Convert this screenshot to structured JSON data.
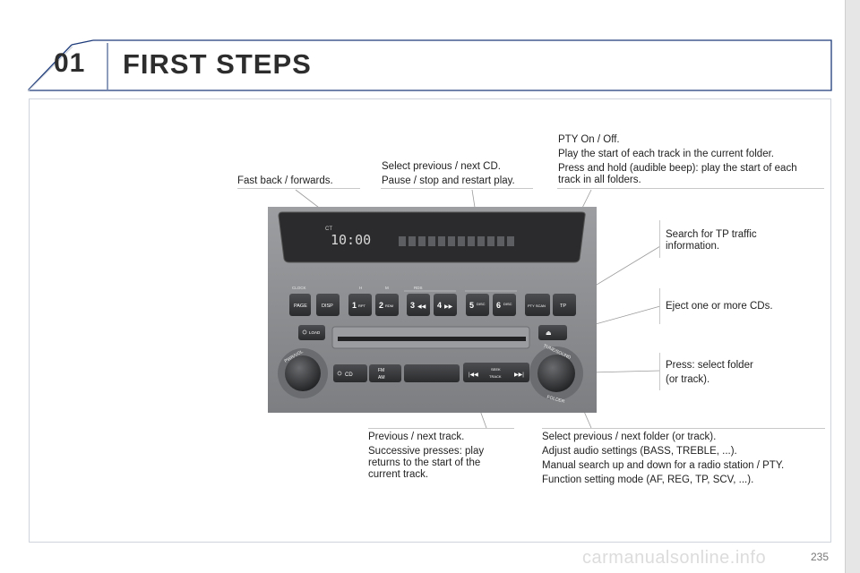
{
  "header": {
    "chapter_number": "01",
    "chapter_title": "FIRST STEPS"
  },
  "page_number": "235",
  "watermark": "carmanualsonline.info",
  "annotations": {
    "fast_back": "Fast back / forwards.",
    "select_cd": [
      "Select previous / next CD.",
      "Pause / stop and restart play."
    ],
    "pty": [
      "PTY On / Off.",
      "Play the start of each track in the current folder.",
      "Press and hold (audible beep): play the start of each track in all folders."
    ],
    "tp": [
      "Search for TP traffic information."
    ],
    "eject": [
      "Eject one or more CDs."
    ],
    "folder": [
      "Press: select folder",
      "(or track)."
    ],
    "track": [
      "Previous / next track.",
      "Successive presses: play returns to the start of the current track."
    ],
    "tune": [
      "Select previous / next folder (or track).",
      "Adjust audio settings (BASS, TREBLE, ...).",
      "Manual search up and down for a radio station / PTY.",
      "Function setting mode (AF, REG, TP, SCV, ...)."
    ]
  },
  "radio": {
    "display_ct": "CT",
    "display_time": "10:00",
    "top_labels": {
      "clock": "CLOCK",
      "h": "H",
      "m": "M",
      "rds": "RDS"
    },
    "buttons": {
      "page": "PAGE",
      "disp": "DISP",
      "btn1": "1",
      "btn1_sub": "RPT",
      "btn2": "2",
      "btn2_sub": "RDM",
      "btn3": "3",
      "btn4": "4",
      "btn5": "5",
      "btn5_sub": "DISC",
      "btn6": "6",
      "btn6_sub": "DISC",
      "pty_scan": "PTY SCAN",
      "tp": "TP",
      "load": "LOAD",
      "cd": "CD",
      "fm": "FM",
      "am": "AM",
      "seek_track_1": "SEEK",
      "seek_track_2": "TRACK"
    },
    "knobs": {
      "pwr_vol": "PWR/VOL",
      "tune_sound": "TUNE/SOUND",
      "folder": "FOLDER"
    }
  },
  "colors": {
    "panel": "#8a8c8f",
    "panel_dark": "#4a4c4f",
    "button": "#3a3b3d",
    "display": "#2b2b2d",
    "header_frame": "#1d3b7a"
  }
}
